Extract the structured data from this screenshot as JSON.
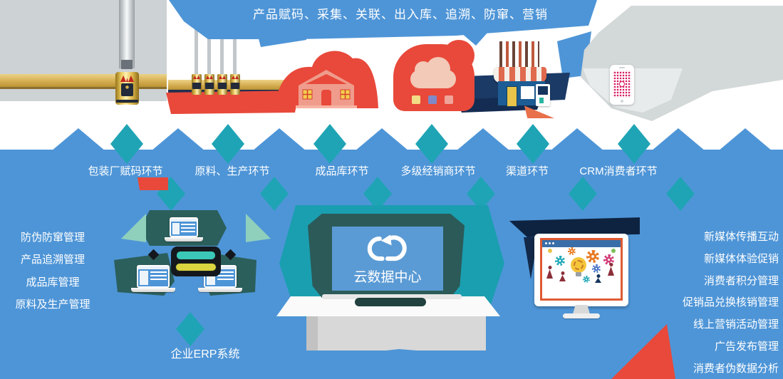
{
  "banner": {
    "text": "产品赋码、采集、关联、出入库、追溯、防窜、营销"
  },
  "stages": [
    {
      "label": "包装厂赋码环节"
    },
    {
      "label": "原料、生产环节"
    },
    {
      "label": "成品库环节"
    },
    {
      "label": "多级经销商环节"
    },
    {
      "label": "渠道环节"
    },
    {
      "label": "CRM消费者环节"
    }
  ],
  "left_menu": {
    "items": [
      "防伪防窜管理",
      "产品追溯管理",
      "成品库管理",
      "原料及生产管理"
    ]
  },
  "right_menu": {
    "items": [
      "新媒体传播互动",
      "新媒体体验促销",
      "消费者积分管理",
      "促销品兑换核销管理",
      "线上营销活动管理",
      "广告发布管理",
      "消费者伪数据分析"
    ]
  },
  "center": {
    "erp_label": "企业ERP系统",
    "cloud_label": "云数据中心"
  },
  "icons": {
    "product_can": "gold-can-on-filling-line",
    "production_line": "conveyor-with-cans",
    "factory": "red-factory-building",
    "warehouse_cloud": "red-cloud-storage-box",
    "store": "striped-awning-storefront",
    "consumer_phone": "qr-code-phone",
    "erp_system": "laptop-network-with-server",
    "data_center": "cloud-sync-laptop",
    "marketing_monitor": "gears-lightbulb-monitor"
  },
  "colors": {
    "primary_blue": "#4E95D7",
    "teal": "#1FA4B5",
    "dark_teal": "#2B5F5C",
    "red": "#E8493A",
    "gold": "#C9A23E",
    "navy": "#1B3A66",
    "screen_blue": "#5B9BD5",
    "pink": "#D81B60"
  }
}
